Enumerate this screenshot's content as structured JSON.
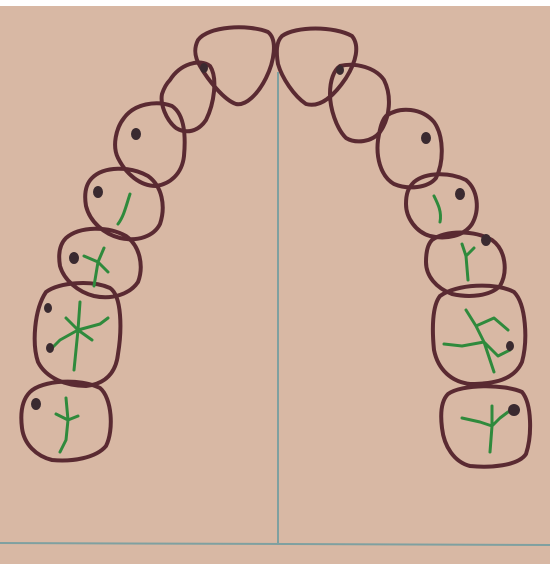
{
  "colors": {
    "paper": "#d8b8a4",
    "paper_edge": "#ffffff",
    "outline": "#5a2a32",
    "groove": "#2f8a3c",
    "contact": "#3a2a30",
    "guide_line": "#7fa0a0"
  },
  "diagram": {
    "kind": "maxillary-dental-arch-occlusal-chart",
    "teeth": [
      {
        "id": "central-incisor-right"
      },
      {
        "id": "central-incisor-left"
      },
      {
        "id": "lateral-incisor-right"
      },
      {
        "id": "lateral-incisor-left"
      },
      {
        "id": "canine-right"
      },
      {
        "id": "canine-left"
      },
      {
        "id": "first-premolar-right"
      },
      {
        "id": "first-premolar-left"
      },
      {
        "id": "second-premolar-right"
      },
      {
        "id": "second-premolar-left"
      },
      {
        "id": "first-molar-right"
      },
      {
        "id": "first-molar-left"
      },
      {
        "id": "second-molar-right"
      },
      {
        "id": "second-molar-left"
      }
    ]
  }
}
